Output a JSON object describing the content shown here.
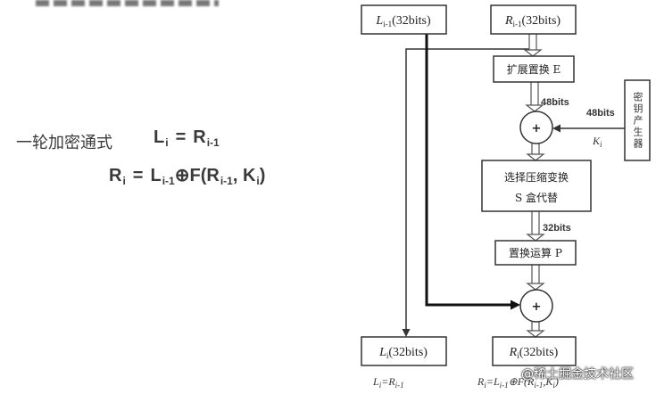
{
  "formula": {
    "label": "一轮加密通式",
    "eq1": {
      "a": "L",
      "a_sub": "i",
      "op": "=",
      "b": "R",
      "b_sub": "i-1"
    },
    "eq2": {
      "a": "R",
      "a_sub": "i",
      "op": "=",
      "b": "L",
      "b_sub": "i-1",
      "f_open": "⊕F(",
      "c": "R",
      "c_sub": "i-1",
      "sep": ", ",
      "d": "K",
      "d_sub": "i",
      "close": ")"
    }
  },
  "diagram": {
    "l_prev": {
      "var": "L",
      "sub": "i-1",
      "bits": "(32bits)"
    },
    "r_prev": {
      "var": "R",
      "sub": "i-1",
      "bits": "(32bits)"
    },
    "expansion": "扩展置换 E",
    "expansion_bits": "48bits",
    "key_generator": "密钥产生器",
    "key_bits": "48bits",
    "key": {
      "var": "K",
      "sub": "i"
    },
    "xor_symbol": "+",
    "sbox": {
      "line1": "选择压缩变换",
      "line2": "S 盒代替"
    },
    "sbox_bits": "32bits",
    "permutation": "置换运算 P",
    "l_new": {
      "var": "L",
      "sub": "i",
      "bits": "(32bits)"
    },
    "r_new": {
      "var": "R",
      "sub": "i",
      "bits": "(32bits)"
    },
    "l_new_eq": {
      "a": "L",
      "a_sub": "i",
      "op": "=",
      "b": "R",
      "b_sub": "i-1"
    },
    "r_new_eq": {
      "a": "R",
      "a_sub": "i",
      "op": "=",
      "b": "L",
      "b_sub": "i-1",
      "f_open": "⊕F(",
      "c": "R",
      "c_sub": "i-1",
      "sep": ",",
      "d": "K",
      "d_sub": "i",
      "close": ")"
    }
  },
  "watermark": "@稀土掘金技术社区"
}
